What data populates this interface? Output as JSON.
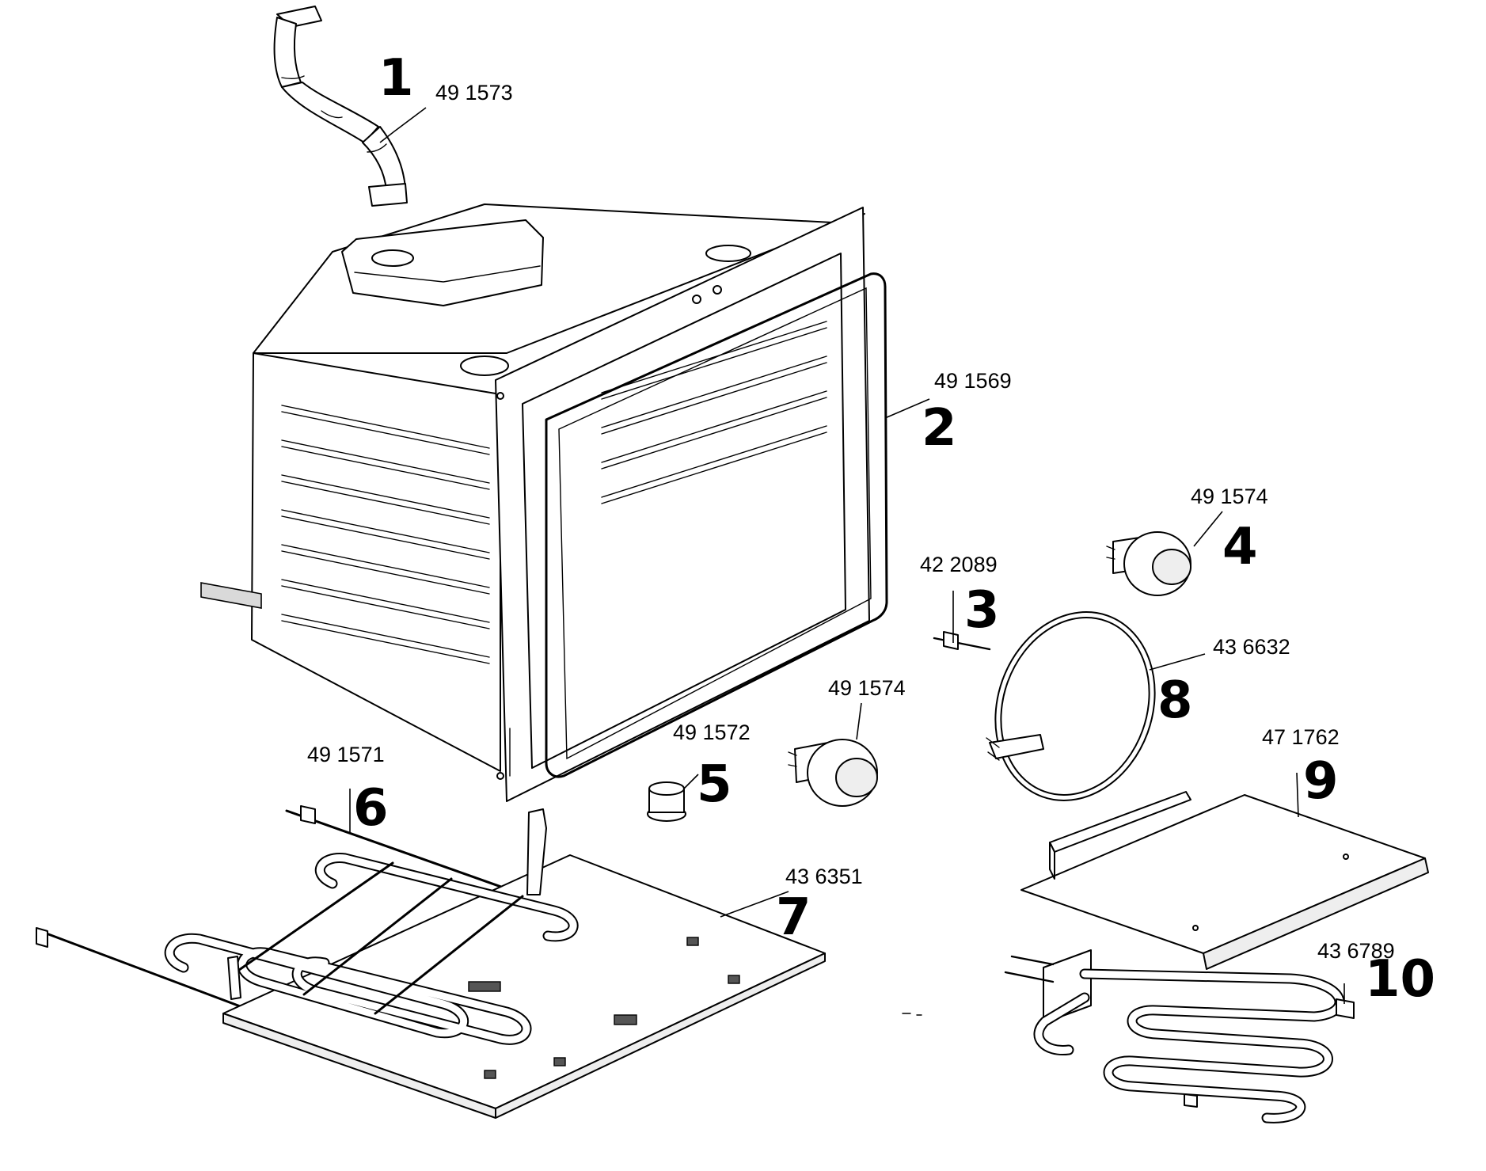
{
  "parts": [
    {
      "callout": "1",
      "part_number": "49 1573"
    },
    {
      "callout": "2",
      "part_number": "49 1569"
    },
    {
      "callout": "3",
      "part_number": "42 2089"
    },
    {
      "callout": "4",
      "part_number": "49 1574"
    },
    {
      "callout": "5",
      "part_number": "49 1572"
    },
    {
      "callout": "6",
      "part_number": "49 1571"
    },
    {
      "callout": "7",
      "part_number": "43 6351"
    },
    {
      "callout": "8",
      "part_number": "43 6632"
    },
    {
      "callout": "9",
      "part_number": "47 1762"
    },
    {
      "callout": "10",
      "part_number": "43 6789"
    },
    {
      "callout": "",
      "part_number": "49 1574"
    }
  ]
}
